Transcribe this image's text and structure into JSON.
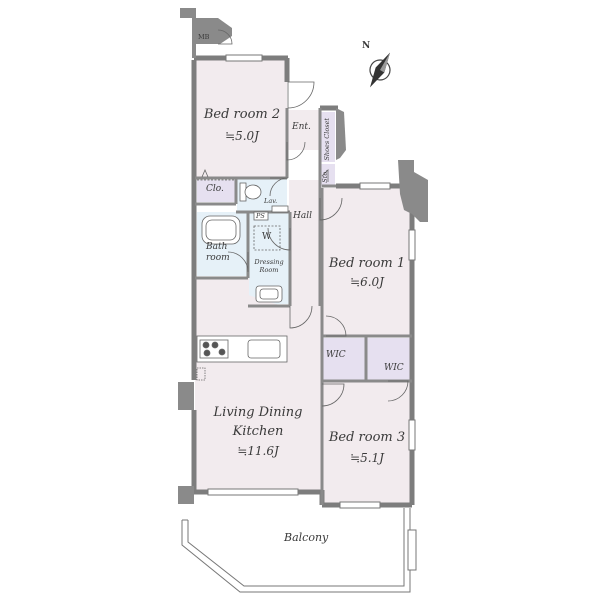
{
  "rooms": {
    "bed2": {
      "name": "Bed room 2",
      "area": "≒5.0J"
    },
    "bed1": {
      "name": "Bed room 1",
      "area": "≒6.0J"
    },
    "bed3": {
      "name": "Bed room 3",
      "area": "≒5.1J"
    },
    "ldk": {
      "name_line1": "Living Dining",
      "name_line2": "Kitchen",
      "area": "≒11.6J"
    },
    "bath": {
      "name_line1": "Bath",
      "name_line2": "room"
    },
    "dressing": {
      "name_line1": "Dressing",
      "name_line2": "Room"
    },
    "entrance": "Ent.",
    "hall": "Hall",
    "closet": "Clo.",
    "lavatory": "Lav.",
    "shoes_closet": "Shoes Closet",
    "storage": "Sto.",
    "wic_left": "WIC",
    "wic_right": "WIC",
    "balcony": "Balcony",
    "mb": "MB",
    "ps": "PS",
    "washer": "W"
  },
  "compass": {
    "label": "N"
  },
  "colors": {
    "room_fill": "#f2ebee",
    "utility_fill": "#e6e0f0",
    "wet_fill": "#e6f1f8",
    "wall": "#7d7d7d",
    "line": "#555555"
  }
}
